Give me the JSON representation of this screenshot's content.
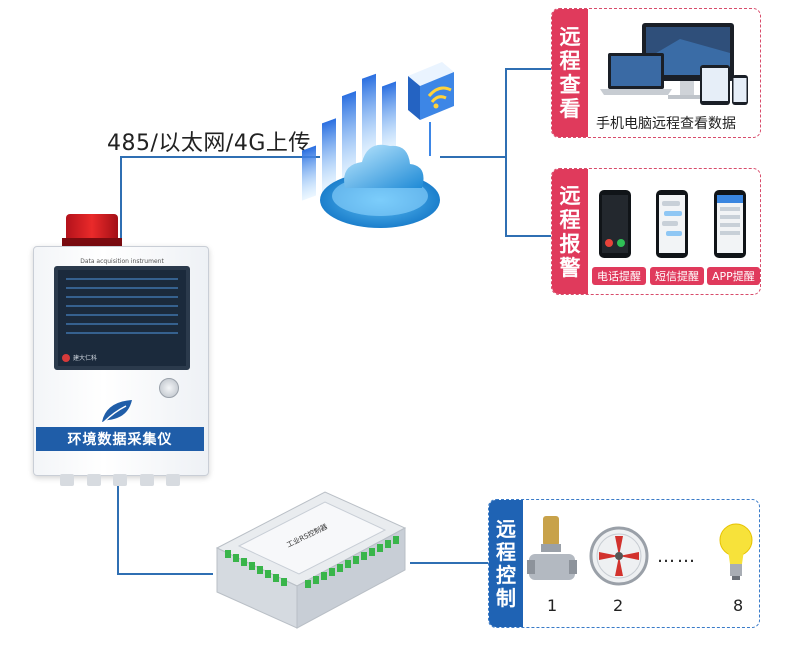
{
  "connection": {
    "protocol_label": "485/以太网/4G上传"
  },
  "remote_view": {
    "tag": [
      "远",
      "程",
      "查",
      "看"
    ],
    "caption": "手机电脑远程查看数据"
  },
  "remote_alarm": {
    "tag": [
      "远",
      "程",
      "报",
      "警"
    ],
    "reminders": [
      "电话提醒",
      "短信提醒",
      "APP提醒"
    ]
  },
  "collector": {
    "name": "环境数据采集仪",
    "screen_title": "Data acquisition instrument",
    "brand": "建大仁科"
  },
  "controller": {
    "label": "工业RS控制器"
  },
  "remote_control": {
    "tag": [
      "远",
      "程",
      "控",
      "制"
    ],
    "items": [
      "1",
      "2",
      "8"
    ],
    "ellipsis": "……"
  },
  "colors": {
    "accent_red": "#e03a5c",
    "accent_blue": "#1f63b4",
    "line": "#2f6fb3"
  }
}
